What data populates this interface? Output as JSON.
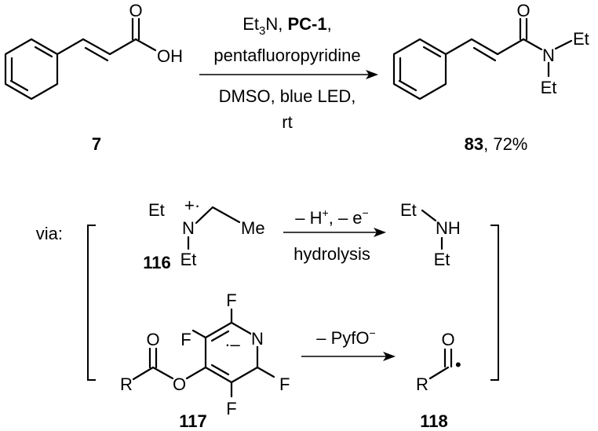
{
  "compounds": {
    "c7": {
      "label": "7",
      "oh": "OH",
      "o": "O"
    },
    "c83": {
      "label": "83",
      "yield": ", 72%",
      "o": "O",
      "n": "N",
      "et1": "Et",
      "et2": "Et"
    },
    "c116": {
      "label": "116",
      "et1": "Et",
      "n": "N",
      "charge": "+·",
      "me": "Me",
      "et2": "Et"
    },
    "amine": {
      "et1": "Et",
      "nh": "NH",
      "et2": "Et"
    },
    "c117": {
      "label": "117",
      "o_carbonyl": "O",
      "r": "R",
      "o_ester": "O",
      "f1": "F",
      "f2": "F",
      "f3": "F",
      "f4": "F",
      "n": "N",
      "radanion": "·–"
    },
    "c118": {
      "label": "118",
      "o": "O",
      "r": "R",
      "dot": "•"
    }
  },
  "reaction": {
    "line1_pre": "Et",
    "line1_sub": "3",
    "line1_mid": "N, ",
    "line1_bold": "PC-1",
    "line1_post": ",",
    "line2": "pentafluoropyridine",
    "line3": "DMSO, blue LED,",
    "line4": "rt"
  },
  "mechanism": {
    "via": "via:",
    "step1_above_a": "– H",
    "step1_above_sup1": "+",
    "step1_above_b": ", – e",
    "step1_above_sup2": "−",
    "step1_below": "hydrolysis",
    "step2_above_a": "– PyfO",
    "step2_above_sup": "−"
  }
}
